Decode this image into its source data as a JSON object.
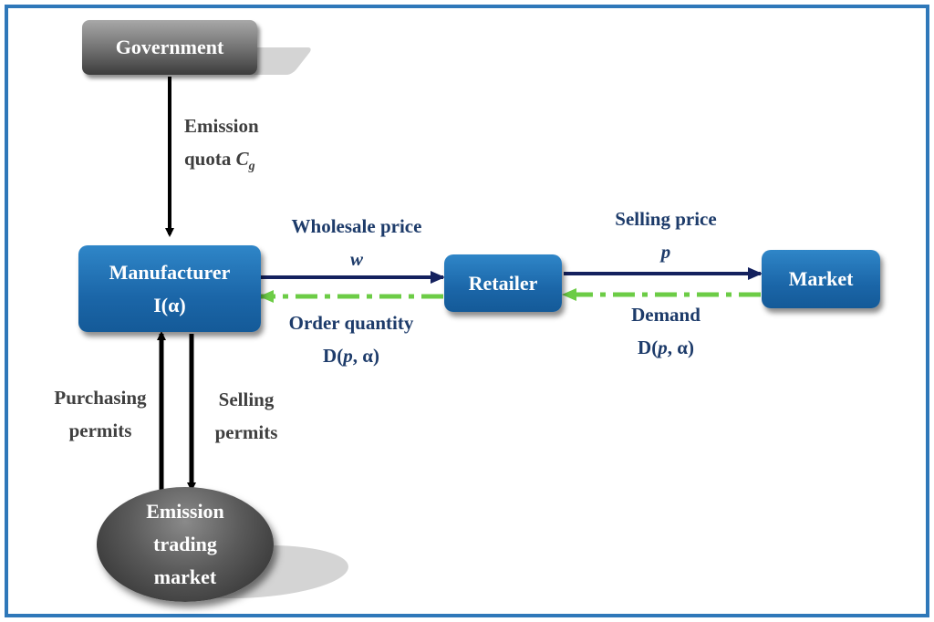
{
  "nodes": {
    "government": "Government",
    "manufacturer": {
      "line1": "Manufacturer",
      "line2": "I(α)"
    },
    "retailer": "Retailer",
    "market": "Market",
    "emission_trading_market": {
      "line1": "Emission",
      "line2": "trading",
      "line3": "market"
    }
  },
  "labels": {
    "emission_quota": {
      "line1": "Emission",
      "line2_prefix": "quota ",
      "symbol": "C",
      "subscript": "g"
    },
    "wholesale_price": {
      "line1": "Wholesale price",
      "symbol": "w"
    },
    "order_quantity": {
      "line1": "Order quantity",
      "prefix": "D(",
      "var": "p",
      "suffix": ", α)"
    },
    "selling_price": {
      "line1": "Selling price",
      "symbol": "p"
    },
    "demand": {
      "line1": "Demand",
      "prefix": "D(",
      "var": "p",
      "suffix": ", α)"
    },
    "purchasing_permits": {
      "line1": "Purchasing",
      "line2": "permits"
    },
    "selling_permits": {
      "line1": "Selling",
      "line2": "permits"
    }
  },
  "colors": {
    "frame": "#2f78b9",
    "node_blue": "#1b66a8",
    "node_gray": "#6f6f6f",
    "flow_navy": "#14215e",
    "flow_green": "#6ccc46",
    "arrow_black": "#000000",
    "text_gray": "#3f3f3f",
    "text_navy": "#1d3b6a"
  }
}
